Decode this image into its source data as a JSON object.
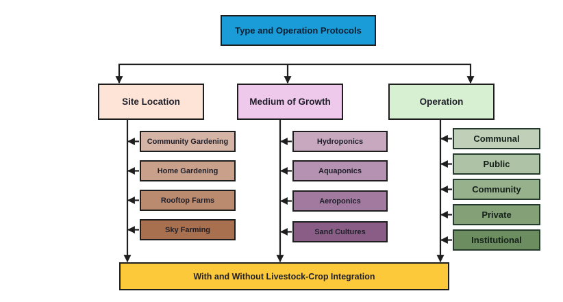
{
  "diagram": {
    "root": {
      "label": "Type and Operation Protocols",
      "color": "#1a9cd8"
    },
    "categories": [
      {
        "label": "Site Location",
        "color": "#fde4d6",
        "items": [
          {
            "label": "Community Gardening",
            "color": "#d5b4a6"
          },
          {
            "label": "Home Gardening",
            "color": "#c9a08a"
          },
          {
            "label": "Rooftop Farms",
            "color": "#bb8b6f"
          },
          {
            "label": "Sky Farming",
            "color": "#a8704f"
          }
        ]
      },
      {
        "label": "Medium of Growth",
        "color": "#efc9ec",
        "items": [
          {
            "label": "Hydroponics",
            "color": "#c7a8bf"
          },
          {
            "label": "Aquaponics",
            "color": "#b592b1"
          },
          {
            "label": "Aeroponics",
            "color": "#a27aa0"
          },
          {
            "label": "Sand Cultures",
            "color": "#8a5d86"
          }
        ]
      },
      {
        "label": "Operation",
        "color": "#d8f0d2",
        "items": [
          {
            "label": "Communal",
            "color": "#bfcfb8"
          },
          {
            "label": "Public",
            "color": "#aec3a5"
          },
          {
            "label": "Community",
            "color": "#97b18c"
          },
          {
            "label": "Private",
            "color": "#83a077"
          },
          {
            "label": "Institutional",
            "color": "#6c8d60"
          }
        ]
      }
    ],
    "bottom": {
      "label": "With and Without Livestock-Crop Integration",
      "color": "#fcc93a"
    },
    "line_color": "#1e1e1e"
  }
}
